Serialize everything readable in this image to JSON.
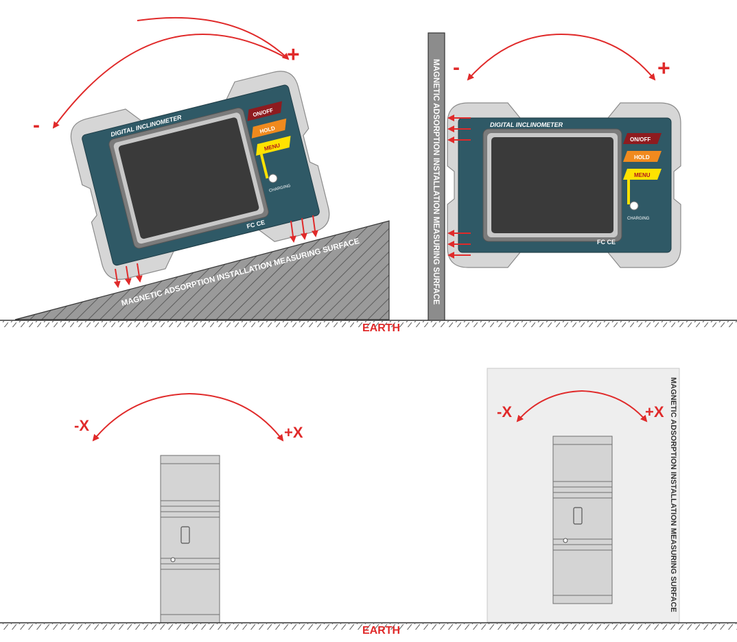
{
  "device": {
    "title": "DIGITAL INCLINOMETER",
    "buttons": {
      "onoff": "ON/OFF",
      "hold": "HOLD",
      "menu": "MENU"
    },
    "charging": "CHARGING",
    "cert": "FC CE"
  },
  "surface_label": "MAGNETIC ADSORPTION INSTALLATION MEASURING SURFACE",
  "earth_label": "EARTH",
  "signs": {
    "minus": "-",
    "plus": "+",
    "minus_x": "-X",
    "plus_x": "+X"
  },
  "colors": {
    "arrow_red": "#e02a2a",
    "device_body": "#d4d4d4",
    "panel": "#2f5966",
    "screen": "#3a3a3a",
    "onoff": "#8e1b1f",
    "hold": "#f08a1e",
    "menu": "#ffe200",
    "hatch": "#6f6f6f",
    "wall_panel": "#eeeeee"
  }
}
